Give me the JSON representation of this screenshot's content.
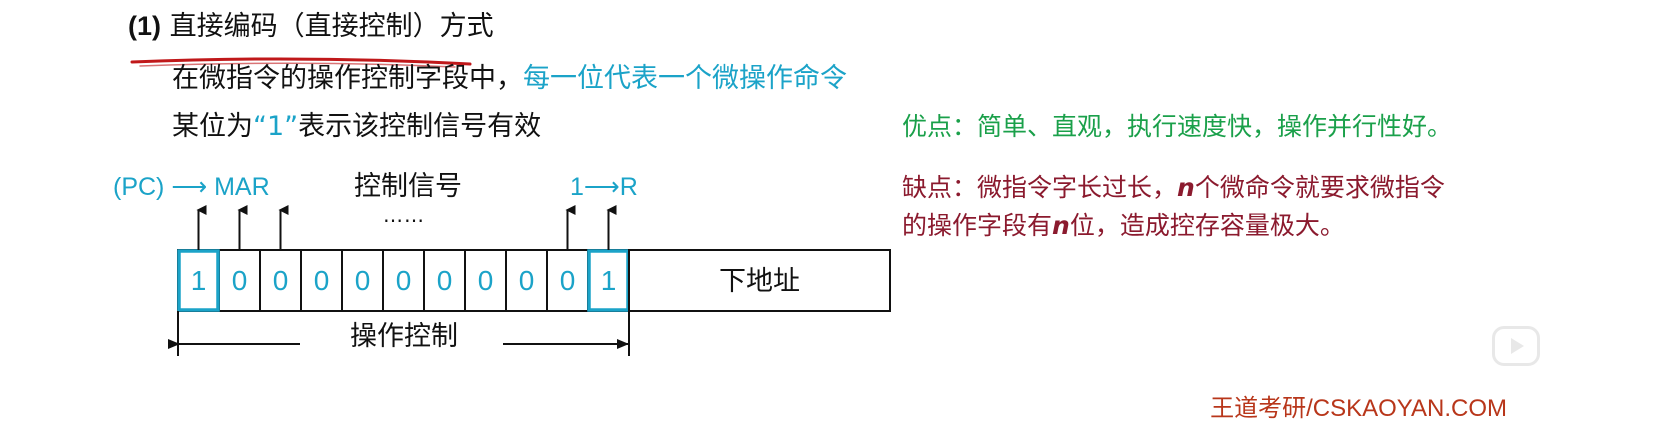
{
  "heading": {
    "number": "(1)",
    "title": "直接编码（直接控制）方式"
  },
  "line1": {
    "prefix": "在微指令的操作控制字段中，",
    "highlight": "每一位代表一个微操作命令"
  },
  "line2": {
    "prefix": "某位为",
    "highlight": "“1”",
    "suffix": "表示该控制信号有效"
  },
  "pros": "优点：简单、直观，执行速度快，操作并行性好。",
  "cons": {
    "part1": "缺点：微指令字长过长，",
    "var1": "n",
    "part2": "个微命令就要求微指令",
    "part3": "的操作字段有",
    "var2": "n",
    "part4": "位，造成控存容量极大。"
  },
  "diagram": {
    "label_pc": "(PC) ⟶ MAR",
    "label_control": "控制信号",
    "label_dots": "……",
    "label_r": "1⟶R",
    "bits": [
      "1",
      "0",
      "0",
      "0",
      "0",
      "0",
      "0",
      "0",
      "0",
      "0",
      "1"
    ],
    "highlighted_bits": [
      0,
      10
    ],
    "next_address_label": "下地址",
    "span_label": "操作控制",
    "highlight_color": "#1ba3c8"
  },
  "watermark": "王道考研/CSKAOYAN.COM",
  "icons": {
    "play": "play-icon"
  }
}
